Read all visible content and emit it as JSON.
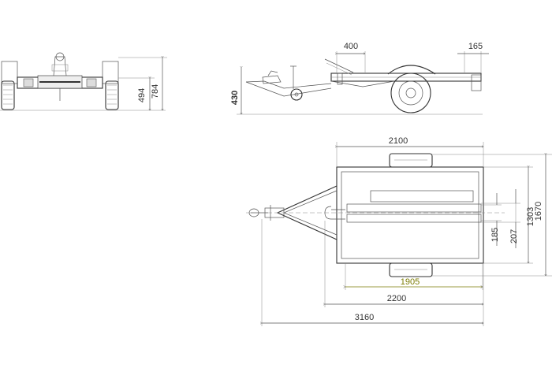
{
  "front_view": {
    "dim_height_total": "784",
    "dim_height_deck": "494"
  },
  "side_view": {
    "dim_drawbar_height": "430",
    "dim_ramp_offset": "400",
    "dim_rear_overhang": "165"
  },
  "top_view": {
    "dim_width_outer": "2100",
    "dim_width_total": "1670",
    "dim_width_inner": "1303",
    "dim_rail_a": "207",
    "dim_rail_b": "185",
    "dim_bed_length": "1905",
    "dim_body_length": "2200",
    "dim_total_length": "3160"
  },
  "colors": {
    "line": "#555555",
    "highlight_dim": "#7a7a00"
  }
}
